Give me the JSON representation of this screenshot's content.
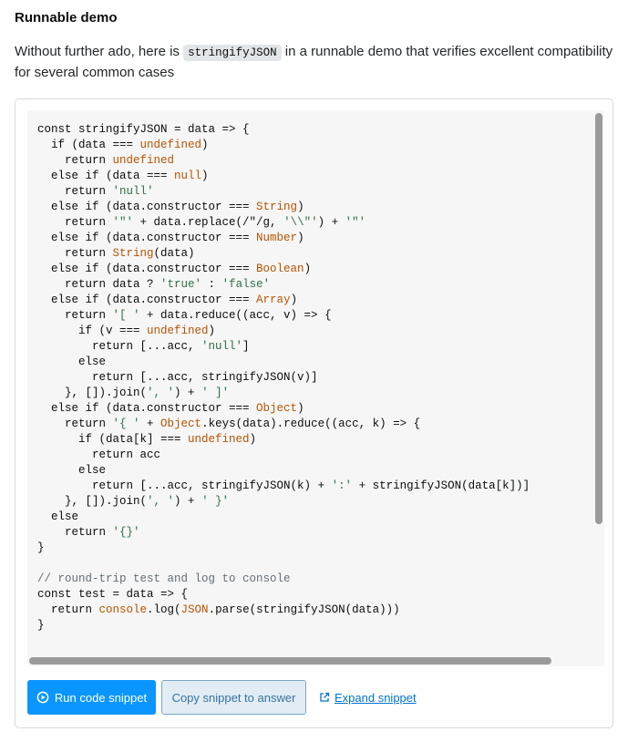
{
  "heading": "Runnable demo",
  "intro": {
    "before": "Without further ado, here is ",
    "code": "stringifyJSON",
    "after": " in a runnable demo that verifies excellent compatibility for several common cases"
  },
  "code_lines": [
    [
      [
        "k",
        "const stringifyJSON = data => {"
      ]
    ],
    [
      [
        "k",
        "  if (data === "
      ],
      [
        "u",
        "undefined"
      ],
      [
        "k",
        ")"
      ]
    ],
    [
      [
        "k",
        "    return "
      ],
      [
        "u",
        "undefined"
      ]
    ],
    [
      [
        "k",
        "  else if (data === "
      ],
      [
        "u",
        "null"
      ],
      [
        "k",
        ")"
      ]
    ],
    [
      [
        "k",
        "    return "
      ],
      [
        "s",
        "'null'"
      ]
    ],
    [
      [
        "k",
        "  else if (data.constructor === "
      ],
      [
        "u",
        "String"
      ],
      [
        "k",
        ")"
      ]
    ],
    [
      [
        "k",
        "    return "
      ],
      [
        "s",
        "'\"'"
      ],
      [
        "k",
        " + data.replace(/\"/g, "
      ],
      [
        "s",
        "'\\\\\"'"
      ],
      [
        "k",
        ") + "
      ],
      [
        "s",
        "'\"'"
      ]
    ],
    [
      [
        "k",
        "  else if (data.constructor === "
      ],
      [
        "u",
        "Number"
      ],
      [
        "k",
        ")"
      ]
    ],
    [
      [
        "k",
        "    return "
      ],
      [
        "u",
        "String"
      ],
      [
        "k",
        "(data)"
      ]
    ],
    [
      [
        "k",
        "  else if (data.constructor === "
      ],
      [
        "u",
        "Boolean"
      ],
      [
        "k",
        ")"
      ]
    ],
    [
      [
        "k",
        "    return data ? "
      ],
      [
        "s",
        "'true'"
      ],
      [
        "k",
        " : "
      ],
      [
        "s",
        "'false'"
      ]
    ],
    [
      [
        "k",
        "  else if (data.constructor === "
      ],
      [
        "u",
        "Array"
      ],
      [
        "k",
        ")"
      ]
    ],
    [
      [
        "k",
        "    return "
      ],
      [
        "s",
        "'[ '"
      ],
      [
        "k",
        " + data.reduce((acc, v) => {"
      ]
    ],
    [
      [
        "k",
        "      if (v === "
      ],
      [
        "u",
        "undefined"
      ],
      [
        "k",
        ")"
      ]
    ],
    [
      [
        "k",
        "        return [...acc, "
      ],
      [
        "s",
        "'null'"
      ],
      [
        "k",
        "]"
      ]
    ],
    [
      [
        "k",
        "      else"
      ]
    ],
    [
      [
        "k",
        "        return [...acc, stringifyJSON(v)]"
      ]
    ],
    [
      [
        "k",
        "    }, []).join("
      ],
      [
        "s",
        "', '"
      ],
      [
        "k",
        ") + "
      ],
      [
        "s",
        "' ]'"
      ]
    ],
    [
      [
        "k",
        "  else if (data.constructor === "
      ],
      [
        "u",
        "Object"
      ],
      [
        "k",
        ")"
      ]
    ],
    [
      [
        "k",
        "    return "
      ],
      [
        "s",
        "'{ '"
      ],
      [
        "k",
        " + "
      ],
      [
        "u",
        "Object"
      ],
      [
        "k",
        ".keys(data).reduce((acc, k) => {"
      ]
    ],
    [
      [
        "k",
        "      if (data[k] === "
      ],
      [
        "u",
        "undefined"
      ],
      [
        "k",
        ")"
      ]
    ],
    [
      [
        "k",
        "        return acc"
      ]
    ],
    [
      [
        "k",
        "      else"
      ]
    ],
    [
      [
        "k",
        "        return [...acc, stringifyJSON(k) + "
      ],
      [
        "s",
        "':'"
      ],
      [
        "k",
        " + stringifyJSON(data[k])]"
      ]
    ],
    [
      [
        "k",
        "    }, []).join("
      ],
      [
        "s",
        "', '"
      ],
      [
        "k",
        ") + "
      ],
      [
        "s",
        "' }'"
      ]
    ],
    [
      [
        "k",
        "  else"
      ]
    ],
    [
      [
        "k",
        "    return "
      ],
      [
        "s",
        "'{}'"
      ]
    ],
    [
      [
        "k",
        "}"
      ]
    ],
    [
      [
        "k",
        ""
      ]
    ],
    [
      [
        "c",
        "// round-trip test and log to console"
      ]
    ],
    [
      [
        "k",
        "const test = data => {"
      ]
    ],
    [
      [
        "k",
        "  return "
      ],
      [
        "u",
        "console"
      ],
      [
        "k",
        ".log("
      ],
      [
        "u",
        "JSON"
      ],
      [
        "k",
        ".parse(stringifyJSON(data)))"
      ]
    ],
    [
      [
        "k",
        "}"
      ]
    ]
  ],
  "buttons": {
    "run": "Run code snippet",
    "copy": "Copy snippet to answer",
    "expand": "Expand snippet"
  },
  "icons": {
    "run": "play-circle-icon",
    "expand": "external-link-icon"
  },
  "colors": {
    "run_button": "#0a95ff",
    "copy_button_bg": "#e1ecf4",
    "link": "#0074cc",
    "keyword_value": "#b75301",
    "string": "#2f6f44",
    "comment": "#656e77"
  }
}
